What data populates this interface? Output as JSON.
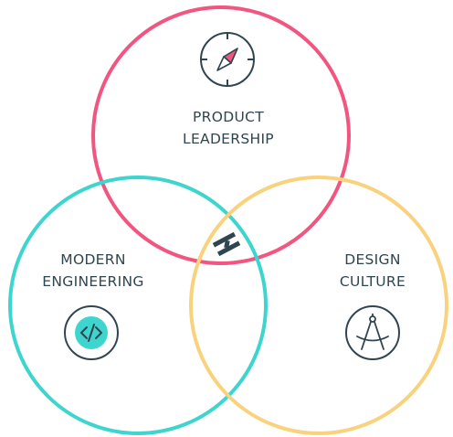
{
  "circles": [
    {
      "name": "product-leadership",
      "color": "#f2557f",
      "lines": [
        "PRODUCT",
        "LEADERSHIP"
      ],
      "icon": "compass-icon"
    },
    {
      "name": "modern-engineering",
      "color": "#3fd5cf",
      "lines": [
        "MODERN",
        "ENGINEERING"
      ],
      "icon": "code-icon"
    },
    {
      "name": "design-culture",
      "color": "#f9d27e",
      "lines": [
        "DESIGN",
        "CULTURE"
      ],
      "icon": "drawing-compass-icon"
    }
  ],
  "center_icon": "logo-mark-icon",
  "colors": {
    "text": "#2f4550",
    "icon_stroke": "#2f4550",
    "accent_pink": "#f2557f",
    "accent_teal": "#3fd5cf"
  }
}
